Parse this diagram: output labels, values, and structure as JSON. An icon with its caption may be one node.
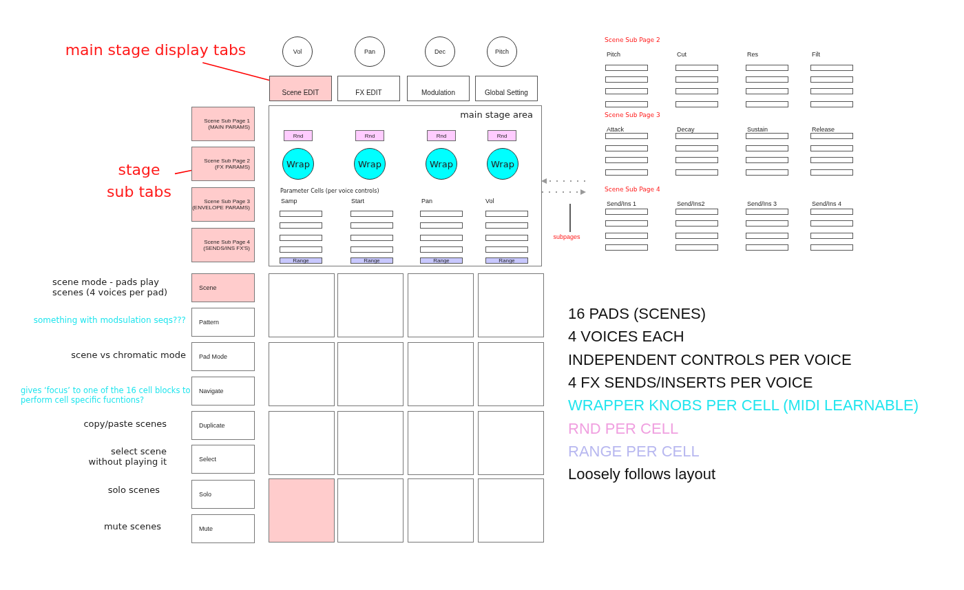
{
  "diagram": {
    "nodes": [
      {
        "text": [
          "main stage display tabs"
        ]
      },
      {
        "text": [
          "Vol"
        ]
      },
      {
        "text": [
          "Pan"
        ]
      },
      {
        "text": [
          "Dec"
        ]
      },
      {
        "text": [
          "Pitch"
        ]
      },
      {
        "text": [
          "Scene EDIT"
        ]
      },
      {
        "text": [
          "FX EDIT"
        ]
      },
      {
        "text": [
          "Modulation"
        ]
      },
      {
        "text": [
          "Global Setting"
        ]
      },
      {
        "text": [
          "stage sub tabs"
        ]
      },
      {
        "text": [
          "Scene Sub Page 1",
          "(MAIN PARAMS)"
        ]
      },
      {
        "text": [
          "Scene Sub Page 2",
          "(FX PARAMS)"
        ]
      },
      {
        "text": [
          "Scene Sub Page 3",
          "(ENVELOPE PARAMS)"
        ]
      },
      {
        "text": [
          "Scene Sub Page 4",
          "(SENDS/INS FX'S)"
        ]
      },
      {
        "text": [
          "main stage area"
        ]
      },
      {
        "text": [
          "Rnd"
        ],
        "in": 14
      },
      {
        "text": [
          "Rnd"
        ],
        "in": 14
      },
      {
        "text": [
          "Rnd"
        ],
        "in": 14
      },
      {
        "text": [
          "Rnd"
        ],
        "in": 14
      },
      {
        "text": [
          "Wrap"
        ],
        "in": 14
      },
      {
        "text": [
          "Wrap"
        ],
        "in": 14
      },
      {
        "text": [
          "Wrap"
        ],
        "in": 14
      },
      {
        "text": [
          "Wrap"
        ],
        "in": 14
      },
      {
        "text": [],
        "shape": "bar",
        "in": 14
      },
      {
        "text": [],
        "shape": "bar",
        "in": 14
      },
      {
        "text": [],
        "shape": "bar",
        "in": 14
      },
      {
        "text": [],
        "shape": "bar",
        "in": 14
      },
      {
        "text": [],
        "shape": "bar",
        "in": 14
      },
      {
        "text": [],
        "shape": "bar",
        "in": 14
      },
      {
        "text": [],
        "shape": "bar",
        "in": 14
      },
      {
        "text": [],
        "shape": "bar",
        "in": 14
      },
      {
        "text": [],
        "shape": "bar",
        "in": 14
      },
      {
        "text": [],
        "shape": "bar",
        "in": 14
      },
      {
        "text": [],
        "shape": "bar",
        "in": 14
      },
      {
        "text": [],
        "shape": "bar",
        "in": 14
      },
      {
        "text": [],
        "shape": "bar",
        "in": 14
      },
      {
        "text": [],
        "shape": "bar",
        "in": 14
      },
      {
        "text": [],
        "shape": "bar",
        "in": 14
      },
      {
        "text": [],
        "shape": "bar",
        "in": 14
      },
      {
        "text": [
          "Range"
        ],
        "in": 14
      },
      {
        "text": [
          "Range"
        ],
        "in": 14
      },
      {
        "text": [
          "Range"
        ],
        "in": 14
      },
      {
        "text": [
          "Range"
        ],
        "in": 14
      },
      {
        "text": [
          "subpages"
        ]
      },
      {
        "text": [],
        "shape": "bar"
      },
      {
        "text": [],
        "shape": "bar"
      },
      {
        "text": [],
        "shape": "bar"
      },
      {
        "text": [],
        "shape": "bar"
      },
      {
        "text": [],
        "shape": "bar"
      },
      {
        "text": [],
        "shape": "bar"
      },
      {
        "text": [],
        "shape": "bar"
      },
      {
        "text": [],
        "shape": "bar"
      },
      {
        "text": [],
        "shape": "bar"
      },
      {
        "text": [],
        "shape": "bar"
      },
      {
        "text": [],
        "shape": "bar"
      },
      {
        "text": [],
        "shape": "bar"
      },
      {
        "text": [],
        "shape": "bar"
      },
      {
        "text": [],
        "shape": "bar"
      },
      {
        "text": [],
        "shape": "bar"
      },
      {
        "text": [],
        "shape": "bar"
      },
      {
        "text": [],
        "shape": "bar"
      },
      {
        "text": [],
        "shape": "bar"
      },
      {
        "text": [],
        "shape": "bar"
      },
      {
        "text": [],
        "shape": "bar"
      },
      {
        "text": [],
        "shape": "bar"
      },
      {
        "text": [],
        "shape": "bar"
      },
      {
        "text": [],
        "shape": "bar"
      },
      {
        "text": [],
        "shape": "bar"
      },
      {
        "text": [],
        "shape": "bar"
      },
      {
        "text": [],
        "shape": "bar"
      },
      {
        "text": [],
        "shape": "bar"
      },
      {
        "text": [],
        "shape": "bar"
      },
      {
        "text": [],
        "shape": "bar"
      },
      {
        "text": [],
        "shape": "bar"
      },
      {
        "text": [],
        "shape": "bar"
      },
      {
        "text": [],
        "shape": "bar"
      },
      {
        "text": [],
        "shape": "bar"
      },
      {
        "text": [],
        "shape": "bar"
      },
      {
        "text": [],
        "shape": "bar"
      },
      {
        "text": [],
        "shape": "bar"
      },
      {
        "text": [],
        "shape": "bar"
      },
      {
        "text": [],
        "shape": "bar"
      },
      {
        "text": [],
        "shape": "bar"
      },
      {
        "text": [],
        "shape": "bar"
      },
      {
        "text": [],
        "shape": "bar"
      },
      {
        "text": [],
        "shape": "bar"
      },
      {
        "text": [],
        "shape": "bar"
      },
      {
        "text": [],
        "shape": "bar"
      },
      {
        "text": [],
        "shape": "bar"
      },
      {
        "text": [],
        "shape": "bar"
      },
      {
        "text": [],
        "shape": "bar"
      },
      {
        "text": [],
        "shape": "bar"
      },
      {
        "text": [
          "Scene"
        ]
      },
      {
        "text": [
          "Pattern"
        ]
      },
      {
        "text": [
          "Pad Mode"
        ]
      },
      {
        "text": [
          "Navigate"
        ]
      },
      {
        "text": [
          "Duplicate"
        ]
      },
      {
        "text": [
          "Select"
        ]
      },
      {
        "text": [
          "Solo"
        ]
      },
      {
        "text": [
          "Mute"
        ]
      },
      {
        "text": [],
        "shape": "box"
      },
      {
        "text": [],
        "shape": "box"
      },
      {
        "text": [],
        "shape": "box"
      },
      {
        "text": [],
        "shape": "box"
      },
      {
        "text": [],
        "shape": "box"
      },
      {
        "text": [],
        "shape": "box"
      },
      {
        "text": [],
        "shape": "box"
      },
      {
        "text": [],
        "shape": "box"
      },
      {
        "text": [],
        "shape": "box"
      },
      {
        "text": [],
        "shape": "box"
      },
      {
        "text": [],
        "shape": "box"
      },
      {
        "text": [],
        "shape": "box"
      },
      {
        "text": [],
        "shape": "box"
      },
      {
        "text": [],
        "shape": "box"
      },
      {
        "text": [],
        "shape": "box"
      },
      {
        "text": [],
        "shape": "box"
      }
    ],
    "edges": [
      {
        "from": 0,
        "to": 5,
        "arrow": "none",
        "color": "#ff0000"
      },
      {
        "from": 9,
        "to": 11,
        "arrow": "none",
        "color": "#ff0000"
      },
      {
        "from": null,
        "to": 14,
        "arrow": "to",
        "style": "dashed",
        "color": "#999999"
      },
      {
        "from": 14,
        "to": null,
        "arrow": "to",
        "style": "dashed",
        "color": "#999999"
      },
      {
        "from": 43,
        "to": null,
        "arrow": "none",
        "color": "#333333"
      }
    ],
    "labels": [
      "Scene Sub Page 2",
      "Pitch",
      "Cut",
      "Res",
      "Filt",
      "Scene Sub Page 3",
      "Attack",
      "Decay",
      "Sustain",
      "Release",
      "Parameter Cells (per voice controls)",
      "Samp",
      "Start",
      "Pan",
      "Vol",
      "Scene Sub Page 4",
      "Send/Ins 1",
      "Send/Ins2",
      "Send/Ins 3",
      "Send/Ins 4",
      "scene mode - pads play scenes (4 voices per pad)",
      "something with modsulation seqs???",
      "scene vs chromatic mode",
      "gives ‘focus’ to one of the 16 cell blocks to perform cell specific fucntions?",
      "copy/paste scenes",
      "select scene without playing it",
      "solo scenes",
      "mute scenes",
      "16 PADS (SCENES)",
      "4 VOICES EACH",
      "INDEPENDENT CONTROLS PER VOICE",
      "4 FX SENDS/INSERTS PER VOICE",
      "WRAPPER KNOBS PER CELL (MIDI LEARNABLE)",
      "RND PER CELL",
      "RANGE PER CELL",
      "Loosely follows layout"
    ]
  }
}
